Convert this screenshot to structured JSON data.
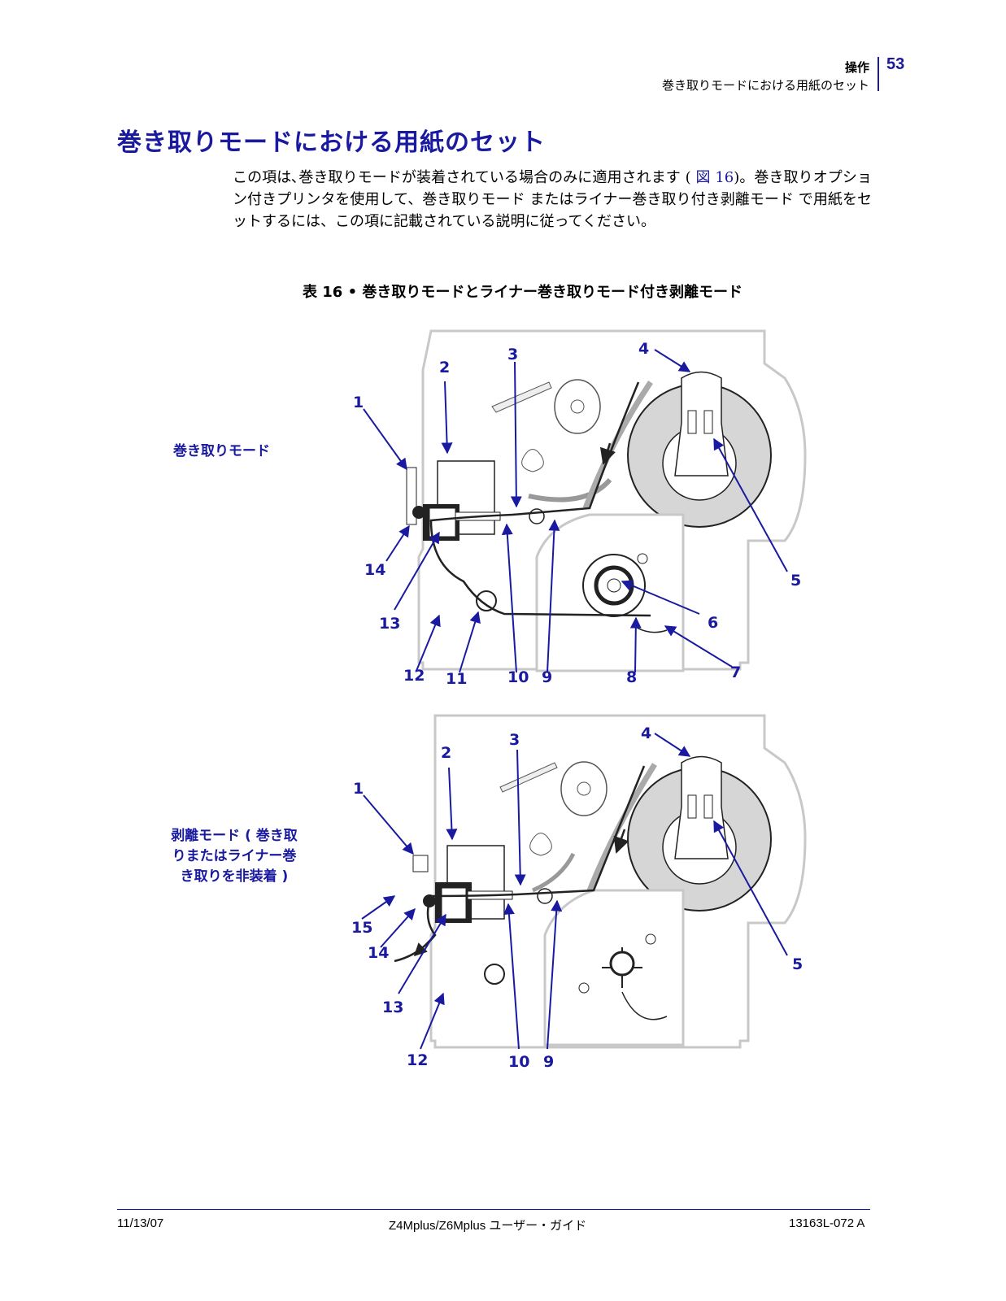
{
  "header": {
    "section": "操作",
    "subtitle": "巻き取りモードにおける用紙のセット",
    "page_number": "53"
  },
  "title": "巻き取りモードにおける用紙のセット",
  "intro": {
    "text_before": "この項は､巻き取りモードが装着されている場合のみに適用されます ( ",
    "ref": "図 16",
    "text_after": ")。巻き取りオプション付きプリンタを使用して、巻き取りモード またはライナー巻き取り付き剥離モード で用紙をセットするには、この項に記載されている説明に従ってください。"
  },
  "figure_caption": "表 16 • 巻き取りモードとライナー巻き取りモード付き剥離モード",
  "diagram_top": {
    "label": "巻き取りモード",
    "callouts": [
      "1",
      "2",
      "3",
      "4",
      "5",
      "6",
      "7",
      "8",
      "9",
      "10",
      "11",
      "12",
      "13",
      "14"
    ]
  },
  "diagram_bottom": {
    "label_lines": [
      "剥離モード ( 巻き取",
      "りまたはライナー巻",
      "き取りを非装着 )"
    ],
    "callouts": [
      "1",
      "2",
      "3",
      "4",
      "5",
      "9",
      "10",
      "12",
      "13",
      "14",
      "15"
    ]
  },
  "footer": {
    "date": "11/13/07",
    "guide": "Z4Mplus/Z6Mplus ユーザー・ガイド",
    "doc_number": "13163L-072 A"
  },
  "colors": {
    "accent": "#1a1aa0",
    "outline": "#c8c8c8",
    "roll": "#d0d0d0"
  }
}
